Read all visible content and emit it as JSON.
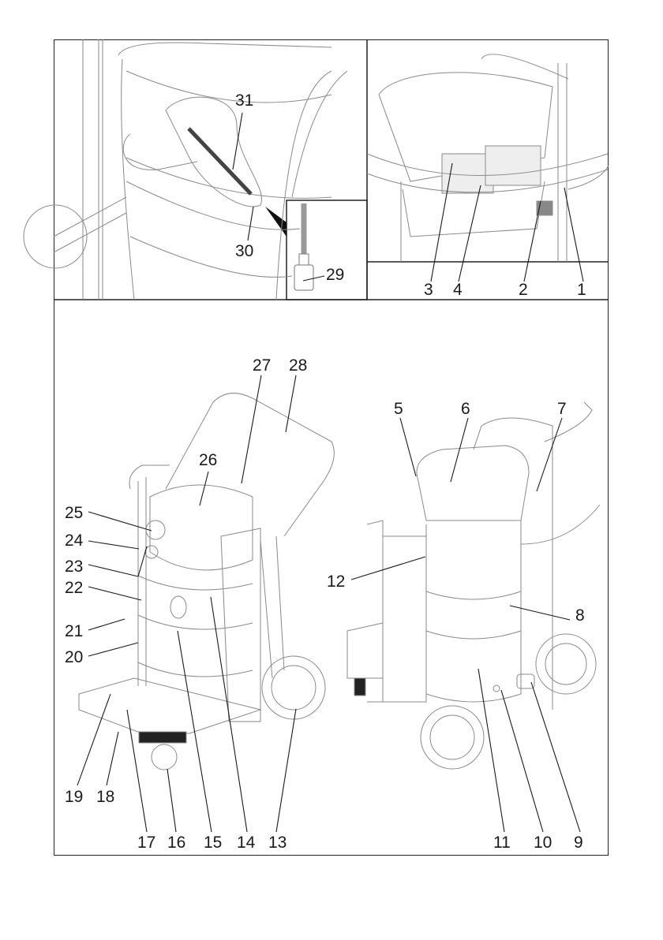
{
  "figure": {
    "panels": [
      {
        "name": "hose-detail-view",
        "labels": [
          "31",
          "30",
          "29"
        ]
      },
      {
        "name": "filter-compartment-view",
        "labels": [
          "3",
          "4",
          "2",
          "1"
        ]
      },
      {
        "name": "front-left-view",
        "labels": [
          "27",
          "28",
          "26",
          "25",
          "24",
          "23",
          "22",
          "21",
          "20",
          "19",
          "18",
          "17",
          "16",
          "15",
          "14",
          "13"
        ]
      },
      {
        "name": "front-right-view",
        "labels": [
          "5",
          "6",
          "7",
          "12",
          "8",
          "11",
          "10",
          "9"
        ]
      }
    ],
    "callouts": {
      "c1": "1",
      "c2": "2",
      "c3": "3",
      "c4": "4",
      "c5": "5",
      "c6": "6",
      "c7": "7",
      "c8": "8",
      "c9": "9",
      "c10": "10",
      "c11": "11",
      "c12": "12",
      "c13": "13",
      "c14": "14",
      "c15": "15",
      "c16": "16",
      "c17": "17",
      "c18": "18",
      "c19": "19",
      "c20": "20",
      "c21": "21",
      "c22": "22",
      "c23": "23",
      "c24": "24",
      "c25": "25",
      "c26": "26",
      "c27": "27",
      "c28": "28",
      "c29": "29",
      "c30": "30",
      "c31": "31"
    },
    "colors": {
      "line": "#1a1a1a",
      "drawing": "#8a8a8a",
      "background": "#ffffff"
    }
  }
}
